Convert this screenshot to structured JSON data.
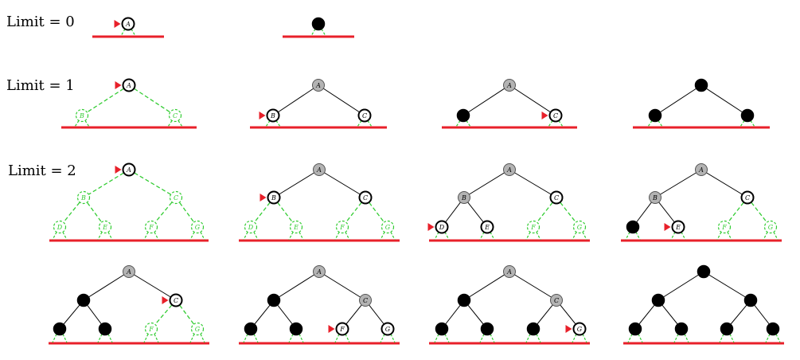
{
  "rows": [
    {
      "label": "Limit = 0",
      "steps": [
        {
          "nodes": {
            "A": "current"
          }
        },
        {
          "nodes": {
            "A": "black"
          }
        }
      ]
    },
    {
      "label": "Limit = 1",
      "steps": [
        {
          "nodes": {
            "A": "current",
            "B": "frontier",
            "C": "frontier"
          }
        },
        {
          "nodes": {
            "A": "gray",
            "B": "current",
            "C": "white"
          }
        },
        {
          "nodes": {
            "A": "gray",
            "B": "black",
            "C": "current"
          }
        },
        {
          "nodes": {
            "A": "black",
            "B": "black",
            "C": "black"
          }
        }
      ]
    },
    {
      "label": "Limit = 2",
      "steps": [
        {
          "nodes": {
            "A": "current",
            "B": "frontier",
            "C": "frontier",
            "D": "frontier",
            "E": "frontier",
            "F": "frontier",
            "G": "frontier"
          }
        },
        {
          "nodes": {
            "A": "gray",
            "B": "current",
            "C": "white",
            "D": "frontier",
            "E": "frontier",
            "F": "frontier",
            "G": "frontier"
          }
        },
        {
          "nodes": {
            "A": "gray",
            "B": "gray",
            "C": "white",
            "D": "current",
            "E": "white",
            "F": "frontier",
            "G": "frontier"
          }
        },
        {
          "nodes": {
            "A": "gray",
            "B": "gray",
            "C": "white",
            "D": "black",
            "E": "current",
            "F": "frontier",
            "G": "frontier"
          }
        }
      ]
    },
    {
      "label": "",
      "steps": [
        {
          "nodes": {
            "A": "gray",
            "B": "black",
            "C": "current",
            "D": "black",
            "E": "black",
            "F": "frontier",
            "G": "frontier"
          }
        },
        {
          "nodes": {
            "A": "gray",
            "B": "black",
            "C": "gray",
            "D": "black",
            "E": "black",
            "F": "current",
            "G": "white"
          }
        },
        {
          "nodes": {
            "A": "gray",
            "B": "black",
            "C": "gray",
            "D": "black",
            "E": "black",
            "F": "black",
            "G": "current"
          }
        },
        {
          "nodes": {
            "A": "black",
            "B": "black",
            "C": "black",
            "D": "black",
            "E": "black",
            "F": "black",
            "G": "black"
          }
        }
      ]
    }
  ],
  "colors": {
    "explored_gray": "#b3b3b3",
    "black": "#000000",
    "frontier_green": "#33cc33",
    "pointer_red": "#e8202a",
    "baseline_red": "#e8202a",
    "edge": "#000000"
  }
}
